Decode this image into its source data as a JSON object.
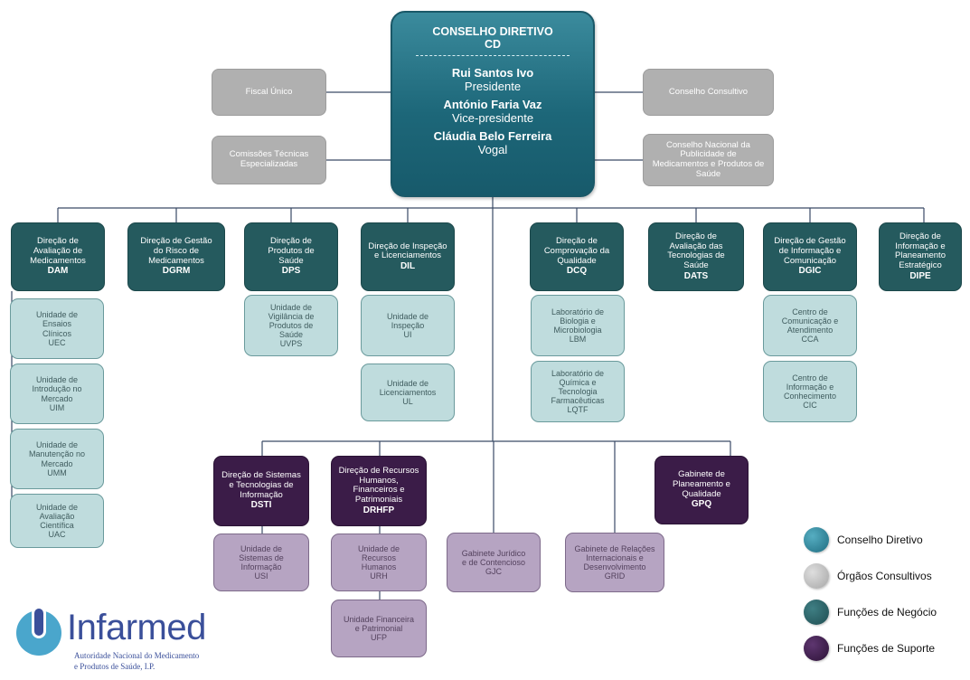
{
  "cd": {
    "title": "CONSELHO DIRETIVO",
    "acronym": "CD",
    "members": [
      {
        "name": "Rui Santos Ivo",
        "role": "Presidente"
      },
      {
        "name": "António Faria Vaz",
        "role": "Vice-presidente"
      },
      {
        "name": "Cláudia Belo Ferreira",
        "role": "Vogal"
      }
    ]
  },
  "consultivos": {
    "fiscal": "Fiscal Único",
    "comissoes": "Comissões Técnicas Especializadas",
    "consultivo": "Conselho Consultivo",
    "nacional": "Conselho Nacional da Publicidade de Medicamentos e Produtos de Saúde"
  },
  "negocio": {
    "dam": {
      "name": "Direção de Avaliação de Medicamentos",
      "acr": "DAM"
    },
    "dgrm": {
      "name": "Direção de Gestão do Risco de Medicamentos",
      "acr": "DGRM"
    },
    "dps": {
      "name": "Direção de Produtos de Saúde",
      "acr": "DPS"
    },
    "dil": {
      "name": "Direção de Inspeção e Licenciamentos",
      "acr": "DIL"
    },
    "dcq": {
      "name": "Direção de Comprovação da Qualidade",
      "acr": "DCQ"
    },
    "dats": {
      "name": "Direção de Avaliação das Tecnologias de Saúde",
      "acr": "DATS"
    },
    "dgic": {
      "name": "Direção de Gestão de Informação e Comunicação",
      "acr": "DGIC"
    },
    "dipe": {
      "name": "Direção de Informação e Planeamento Estratégico",
      "acr": "DIPE"
    }
  },
  "unidades_negocio": {
    "uec": {
      "name": "Unidade de Ensaios Clínicos",
      "acr": "UEC"
    },
    "uim": {
      "name": "Unidade de Introdução no Mercado",
      "acr": "UIM"
    },
    "umm": {
      "name": "Unidade de Manutenção no Mercado",
      "acr": "UMM"
    },
    "uac": {
      "name": "Unidade de Avaliação Científica",
      "acr": "UAC"
    },
    "uvps": {
      "name": "Unidade de Vigilância de Produtos de Saúde",
      "acr": "UVPS"
    },
    "ui": {
      "name": "Unidade de Inspeção",
      "acr": "UI"
    },
    "ul": {
      "name": "Unidade de Licenciamentos",
      "acr": "UL"
    },
    "lbm": {
      "name": "Laboratório de Biologia e Microbiologia",
      "acr": "LBM"
    },
    "lqtf": {
      "name": "Laboratório de Química e Tecnologia Farmacêuticas",
      "acr": "LQTF"
    },
    "cca": {
      "name": "Centro de Comunicação e Atendimento",
      "acr": "CCA"
    },
    "cic": {
      "name": "Centro de Informação e Conhecimento",
      "acr": "CIC"
    }
  },
  "suporte": {
    "dsti": {
      "name": "Direção de Sistemas e Tecnologias de Informação",
      "acr": "DSTI"
    },
    "drhfp": {
      "name": "Direção de Recursos Humanos, Financeiros e Patrimoniais",
      "acr": "DRHFP"
    },
    "gpq": {
      "name": "Gabinete de Planeamento e Qualidade",
      "acr": "GPQ"
    }
  },
  "unidades_suporte": {
    "usi": {
      "name": "Unidade de Sistemas de Informação",
      "acr": "USI"
    },
    "urh": {
      "name": "Unidade de Recursos Humanos",
      "acr": "URH"
    },
    "ufp": {
      "name": "Unidade Financeira e Patrimonial",
      "acr": "UFP"
    },
    "gjc": {
      "name": "Gabinete Jurídico e de Contencioso",
      "acr": "GJC"
    },
    "grid": {
      "name": "Gabinete de Relações Internacionais e Desenvolvimento",
      "acr": "GRID"
    }
  },
  "legend": [
    {
      "label": "Conselho Diretivo",
      "color": "#1f6c80"
    },
    {
      "label": "Órgãos Consultivos",
      "color": "#b7b7b7"
    },
    {
      "label": "Funções de Negócio",
      "color": "#255a5e"
    },
    {
      "label": "Funções de Suporte",
      "color": "#3b1c48"
    }
  ],
  "logo": {
    "word": "Infarmed",
    "line1": "Autoridade Nacional do Medicamento",
    "line2": "e Produtos de Saúde, I.P."
  }
}
